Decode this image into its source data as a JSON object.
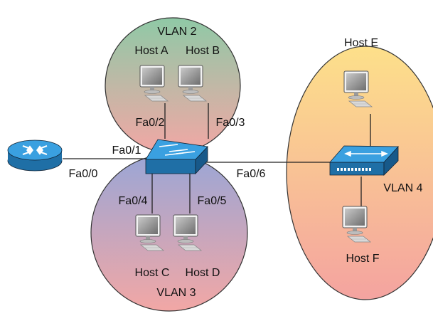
{
  "vlans": {
    "vlan2": "VLAN 2",
    "vlan3": "VLAN 3",
    "vlan4": "VLAN 4"
  },
  "hosts": {
    "a": "Host A",
    "b": "Host B",
    "c": "Host C",
    "d": "Host D",
    "e": "Host E",
    "f": "Host F"
  },
  "ports": {
    "fa0_0": "Fa0/0",
    "fa0_1": "Fa0/1",
    "fa0_2": "Fa0/2",
    "fa0_3": "Fa0/3",
    "fa0_4": "Fa0/4",
    "fa0_5": "Fa0/5",
    "fa0_6": "Fa0/6"
  },
  "colors": {
    "vlan2_top": "#8fc9a6",
    "vlan2_bottom": "#f2a7a5",
    "vlan3_top": "#9aa6d6",
    "vlan3_bottom": "#f2a7a5",
    "vlan4_top": "#fde08a",
    "vlan4_bottom": "#f4a3a0",
    "device_blue": "#2b8fd1"
  }
}
